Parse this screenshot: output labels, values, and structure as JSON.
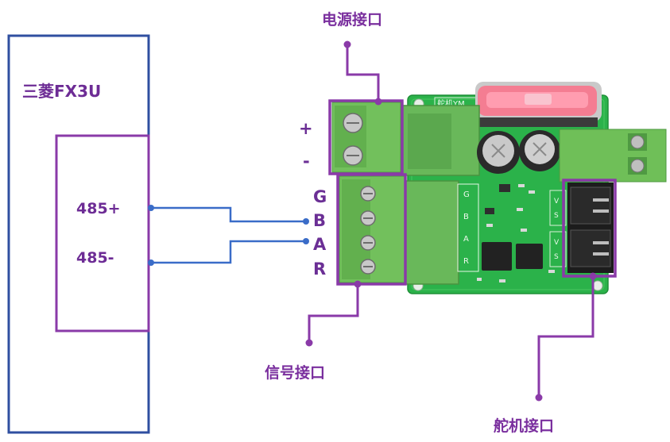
{
  "plc": {
    "title": "三菱FX3U",
    "pin_a": "485+",
    "pin_b": "485-"
  },
  "callouts": {
    "power": "电源接口",
    "signal": "信号接口",
    "servo": "舵机接口"
  },
  "terminals": {
    "plus": "+",
    "minus": "-",
    "g": "G",
    "b": "B",
    "a": "A",
    "r": "R"
  },
  "board": {
    "silk_top": "舵机YM",
    "silk_signal": [
      "G",
      "B",
      "A",
      "R"
    ],
    "silk_servo": [
      "V",
      "S",
      "V",
      "S"
    ]
  },
  "colors": {
    "plc_box": "#2f4fa0",
    "callout": "#7a2f9e",
    "wire": "#3a6cc8",
    "pcb": "#2bb24a",
    "terminal_block": "#6fbf58"
  }
}
